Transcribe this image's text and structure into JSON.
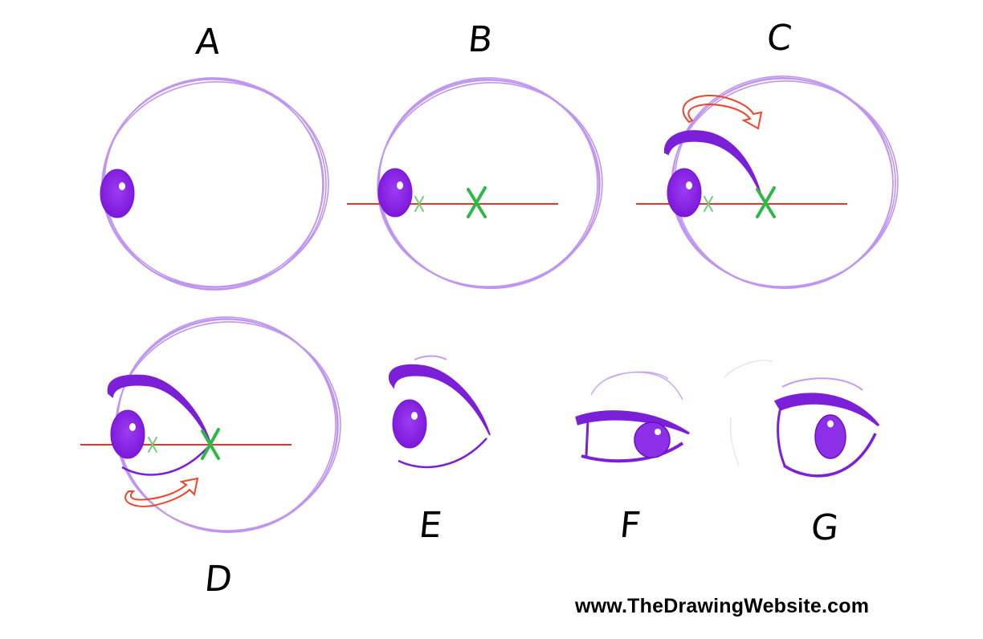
{
  "steps": [
    {
      "label": "A"
    },
    {
      "label": "B"
    },
    {
      "label": "C"
    },
    {
      "label": "D"
    },
    {
      "label": "E"
    },
    {
      "label": "F"
    },
    {
      "label": "G"
    }
  ],
  "footer": {
    "url": "www.TheDrawingWebsite.com"
  },
  "colors": {
    "circle": "#b98af0",
    "iris": "#8a1fe6",
    "lid": "#7c1fd9",
    "guide_line": "#e8372a",
    "cross": "#2fb84a",
    "arrow": "#f0452b",
    "text": "#000000"
  },
  "icons": {
    "arrow": "curved-arrow-icon",
    "cross": "cross-mark-icon"
  }
}
